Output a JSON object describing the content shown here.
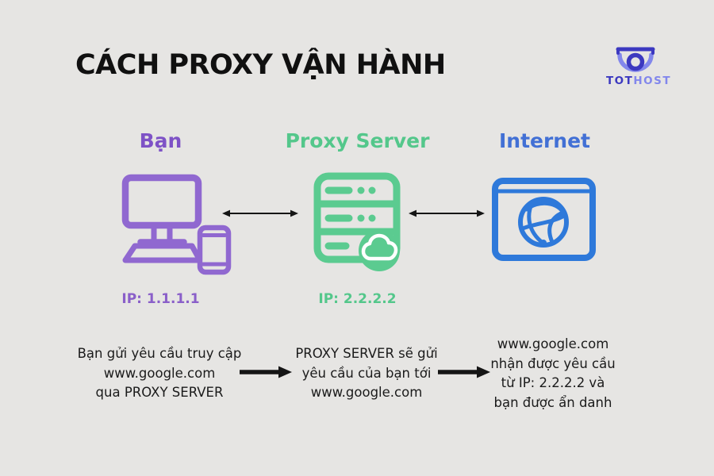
{
  "title": "CÁCH PROXY VẬN HÀNH",
  "logo": {
    "brand_bold": "TOT",
    "brand_light": "HOST"
  },
  "nodes": [
    {
      "id": "you",
      "label": "Bạn",
      "ip": "IP: 1.1.1.1",
      "color": "#7e52c6",
      "icon": "desktop-and-phone-icon"
    },
    {
      "id": "proxy",
      "label": "Proxy Server",
      "ip": "IP: 2.2.2.2",
      "color": "#54c78b",
      "icon": "server-with-cloud-icon"
    },
    {
      "id": "internet",
      "label": "Internet",
      "ip": "",
      "color": "#4270d5",
      "icon": "browser-globe-icon"
    }
  ],
  "steps": [
    {
      "lines": [
        "Bạn gửi yêu cầu truy cập",
        "www.google.com",
        "qua PROXY SERVER"
      ]
    },
    {
      "lines": [
        "PROXY SERVER sẽ gửi",
        "yêu cầu của bạn tới",
        "www.google.com"
      ]
    },
    {
      "lines": [
        "www.google.com",
        "nhận được yêu cầu",
        "từ IP: 2.2.2.2 và",
        "bạn được ẩn danh"
      ]
    }
  ],
  "colors": {
    "background": "#e6e5e3",
    "title": "#101010",
    "purple_text": "#7e52c6",
    "purple_icon": "#9068d0",
    "green_text": "#54c78b",
    "green_icon": "#5bcb90",
    "blue_text": "#4270d5",
    "blue_icon": "#2e79da",
    "arrow": "#151515",
    "logo_dark": "#3c39c0",
    "logo_light": "#8287ec"
  }
}
